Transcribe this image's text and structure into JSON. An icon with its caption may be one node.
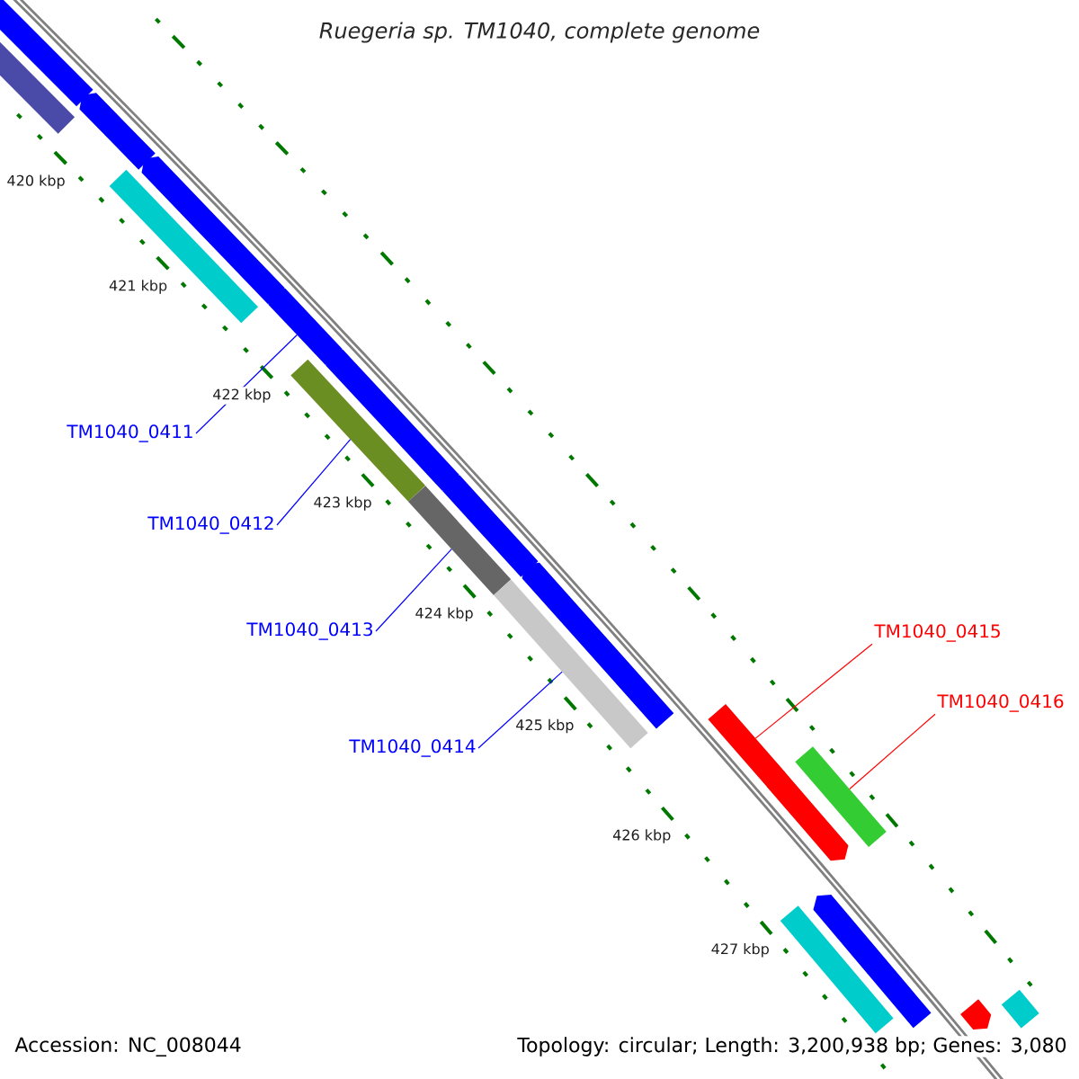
{
  "diagram": {
    "title": "Ruegeria sp. TM1040, complete genome",
    "nodes": [
      {
        "text": [
          "TM1040_0411"
        ]
      },
      {
        "text": [
          "TM1040_0412"
        ]
      },
      {
        "text": [
          "TM1040_0413"
        ]
      },
      {
        "text": [
          "TM1040_0414"
        ]
      },
      {
        "text": [
          "TM1040_0415"
        ]
      },
      {
        "text": [
          "TM1040_0416"
        ]
      },
      {
        "text": [],
        "shape": "arrow"
      },
      {
        "text": [],
        "shape": "bar"
      },
      {
        "text": [],
        "shape": "arrow"
      },
      {
        "text": [],
        "shape": "bar"
      },
      {
        "text": [],
        "shape": "arrow"
      },
      {
        "text": [],
        "shape": "arrow"
      },
      {
        "text": [],
        "shape": "bar"
      },
      {
        "text": [],
        "shape": "arrow"
      },
      {
        "text": [],
        "shape": "bar"
      },
      {
        "text": [],
        "shape": "arrow"
      },
      {
        "text": [],
        "shape": "bar"
      },
      {
        "text": [],
        "shape": "arrow"
      },
      {
        "text": [],
        "shape": "arrow"
      },
      {
        "text": [],
        "shape": "arrow"
      },
      {
        "text": [],
        "shape": "bar"
      },
      {
        "text": [],
        "shape": "bar"
      },
      {
        "text": [],
        "shape": "arrow"
      },
      {
        "text": [],
        "shape": "arrow"
      },
      {
        "text": [],
        "shape": "bar"
      }
    ],
    "edges": [
      {
        "from": 0,
        "to": 11,
        "arrow": "none"
      },
      {
        "from": 1,
        "to": 12,
        "arrow": "none"
      },
      {
        "from": 2,
        "to": 14,
        "arrow": "none"
      },
      {
        "from": 3,
        "to": 16,
        "arrow": "none"
      },
      {
        "from": 4,
        "to": 18,
        "arrow": "none",
        "color": "#ff0000"
      },
      {
        "from": 5,
        "to": 20,
        "arrow": "none",
        "color": "#ff0000"
      }
    ],
    "labels": [
      "420 kbp",
      "421 kbp",
      "422 kbp",
      "423 kbp",
      "424 kbp",
      "425 kbp",
      "426 kbp",
      "427 kbp",
      "Accession: NC_008044",
      "Topology: circular; Length: 3,200,938 bp; Genes: 3,080"
    ]
  }
}
